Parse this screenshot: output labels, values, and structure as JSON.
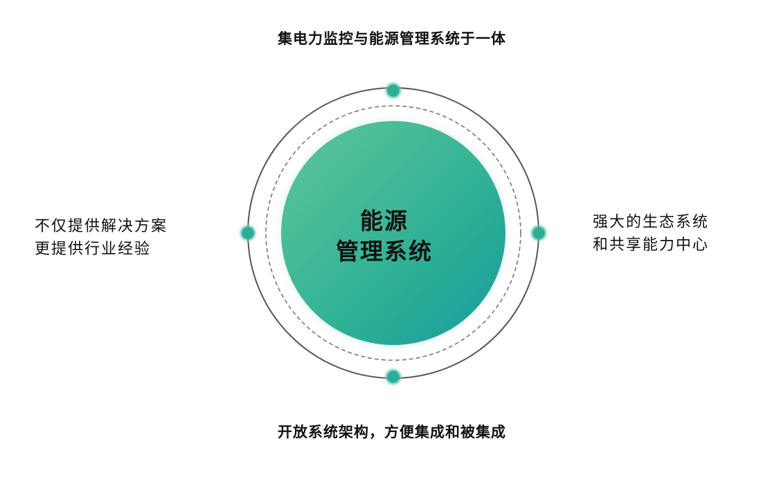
{
  "diagram": {
    "top_caption": "集电力监控与能源管理系统于一体",
    "bottom_caption": "开放系统架构，方便集成和被集成",
    "left_caption": {
      "line1": "不仅提供解决方案",
      "line2": "更提供行业经验"
    },
    "right_caption": {
      "line1": "强大的生态系统",
      "line2": "和共享能力中心"
    },
    "center": {
      "line1": "能源",
      "line2": "管理系统"
    },
    "colors": {
      "gradient_start": "#5cc39a",
      "gradient_end": "#1a9f9a",
      "node_dot": "#2aae94",
      "ring_stroke": "#555555",
      "text": "#111111"
    }
  }
}
